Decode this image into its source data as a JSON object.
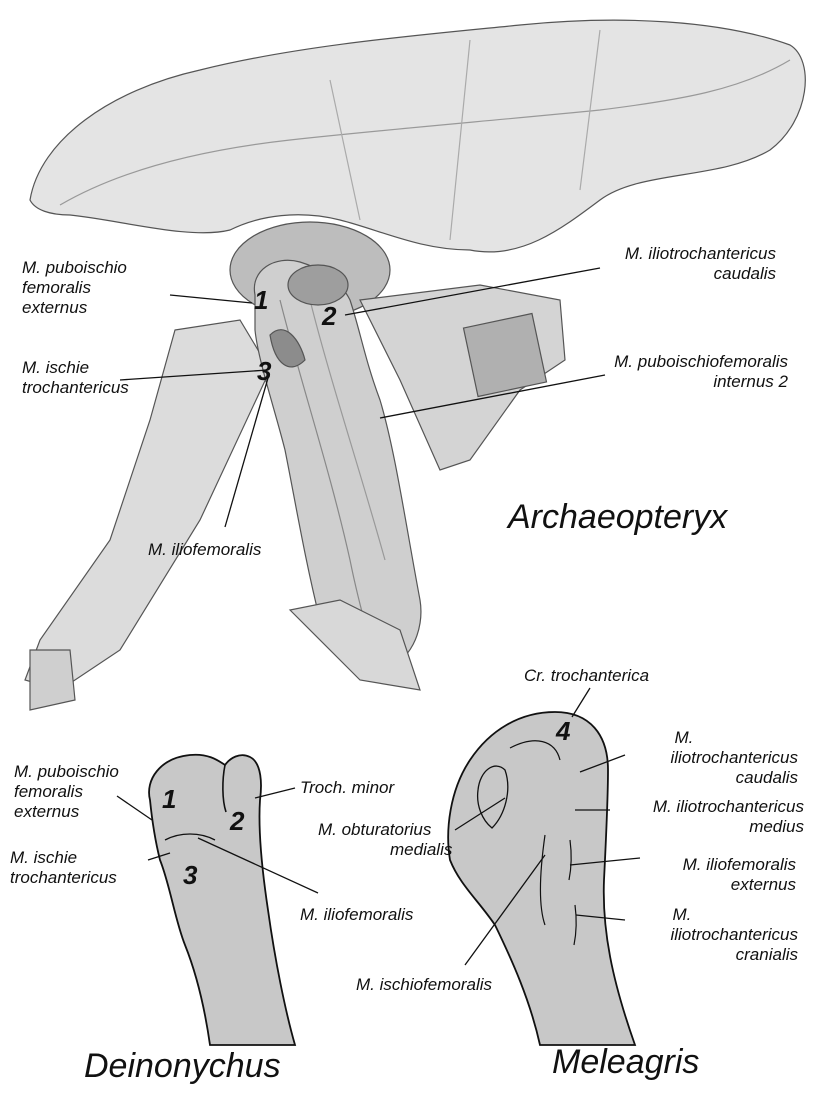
{
  "titles": {
    "archaeopteryx": "Archaeopteryx",
    "deinonychus": "Deinonychus",
    "meleagris": "Meleagris"
  },
  "numbers": {
    "n1": "1",
    "n2": "2",
    "n3": "3",
    "n4": "4"
  },
  "arch": {
    "pfe": [
      "M. puboischio",
      "femoralis",
      "externus"
    ],
    "itc": [
      "M. iliotrochantericus",
      "caudalis"
    ],
    "ist": [
      "M. ischie",
      "trochantericus"
    ],
    "pfi": [
      "M. puboischiofemoralis",
      "internus 2"
    ],
    "ilf": "M. iliofemoralis"
  },
  "dein": {
    "pfe": [
      "M. puboischio",
      "femoralis",
      "externus"
    ],
    "troch": "Troch. minor",
    "ist": [
      "M. ischie",
      "trochantericus"
    ],
    "ilf": "M. iliofemoralis"
  },
  "mel": {
    "cr": "Cr. trochanterica",
    "itc": [
      "M.",
      "iliotrochantericus",
      "caudalis"
    ],
    "itm": [
      "M. iliotrochantericus",
      "medius"
    ],
    "obt": [
      "M. obturatorius",
      "medialis"
    ],
    "ife": [
      "M. iliofemoralis",
      "externus"
    ],
    "itcr": [
      "M.",
      "iliotrochantericus",
      "cranialis"
    ],
    "isf": "M. ischiofemoralis"
  },
  "colors": {
    "bone_fill": "#c8c8c8",
    "bone_light": "#e6e6e6",
    "line": "#111111"
  }
}
